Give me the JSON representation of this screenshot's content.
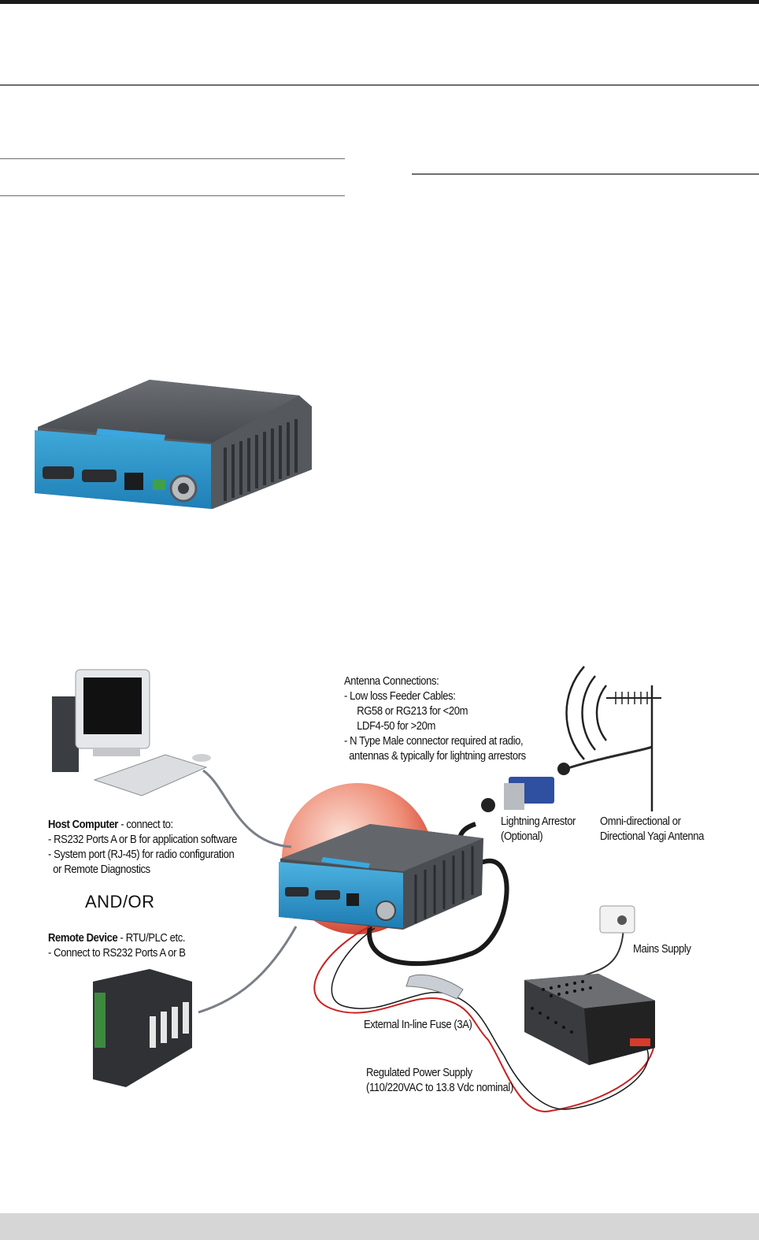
{
  "diagram": {
    "antenna_connections": {
      "title": "Antenna Connections:",
      "line1": "- Low loss Feeder Cables:",
      "line2": "RG58 or RG213 for <20m",
      "line3": "LDF4-50 for >20m",
      "line4": "- N Type Male connector required at radio,",
      "line5": "antennas & typically for lightning arrestors"
    },
    "lightning_arrestor": {
      "line1": "Lightning Arrestor",
      "line2": "(Optional)"
    },
    "antenna": {
      "line1": "Omni-directional or",
      "line2": "Directional Yagi Antenna"
    },
    "host_computer": {
      "title": "Host Computer",
      "title_suffix": " - connect to:",
      "line1": "- RS232 Ports A or B for application software",
      "line2": "- System port (RJ-45) for radio configuration",
      "line3": "or Remote Diagnostics"
    },
    "and_or": "AND/OR",
    "remote_device": {
      "title": "Remote Device",
      "title_suffix": " - RTU/PLC etc.",
      "line1": "- Connect to RS232 Ports A or B"
    },
    "mains_supply": "Mains Supply",
    "fuse": "External In-line Fuse (3A)",
    "power_supply": {
      "line1": "Regulated Power Supply",
      "line2": "(110/220VAC to 13.8 Vdc nominal)"
    }
  }
}
